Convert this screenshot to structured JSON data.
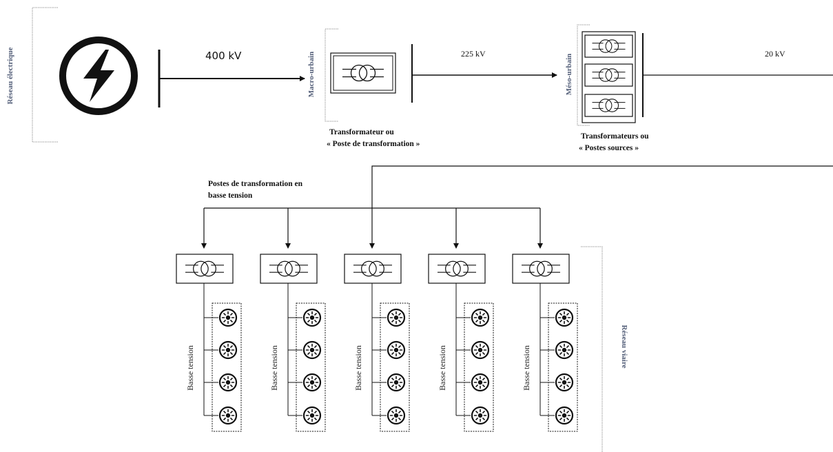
{
  "labels": {
    "reseau_electrique": "Réseau électrique",
    "reseau_viaire": "Réseau viaire",
    "macro_urbain": "Macro-urbain",
    "meso_urbain": "Méso-urbain",
    "voltage_400": "400 kV",
    "voltage_225": "225 kV",
    "voltage_20": "20 kV",
    "transformateur_line1": "Transformateur ou",
    "transformateur_line2": "« Poste de transformation »",
    "transformateurs_line1": "Transformateurs ou",
    "transformateurs_line2": "« Postes sources »",
    "postes_bt_line1": "Postes de transformation en",
    "postes_bt_line2": "basse tension"
  },
  "low_voltage_branches": [
    {
      "label": "Basse tension",
      "lamps": 4
    },
    {
      "label": "Basse tension",
      "lamps": 4
    },
    {
      "label": "Basse tension",
      "lamps": 4
    },
    {
      "label": "Basse tension",
      "lamps": 4
    },
    {
      "label": "Basse tension",
      "lamps": 4
    }
  ],
  "icons": {
    "power_source": "lightning-bolt-icon",
    "transformer": "transformer-icon",
    "street_lamp": "street-lamp-icon"
  }
}
